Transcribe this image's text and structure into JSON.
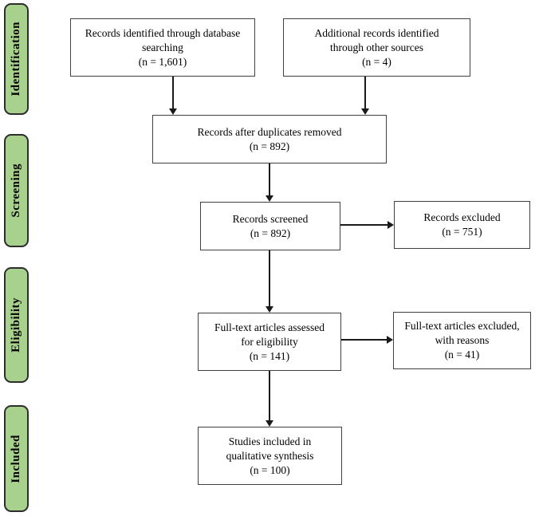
{
  "sidebar": {
    "stages": [
      {
        "label": "Identification"
      },
      {
        "label": "Screening"
      },
      {
        "label": "Eligibility"
      },
      {
        "label": "Included"
      }
    ]
  },
  "boxes": {
    "identified": {
      "lines": [
        "Records identified through database",
        "searching"
      ],
      "count": "(n = 1,601)"
    },
    "additional": {
      "lines": [
        "Additional records identified",
        "through other sources"
      ],
      "count": "(n = 4)"
    },
    "deduplicated": {
      "lines": [
        "Records after duplicates removed"
      ],
      "count": "(n = 892)"
    },
    "screened": {
      "lines": [
        "Records screened"
      ],
      "count": "(n = 892)"
    },
    "excluded": {
      "lines": [
        "Records excluded"
      ],
      "count": "(n = 751)"
    },
    "fulltext_assessed": {
      "lines": [
        "Full-text articles assessed",
        "for eligibility"
      ],
      "count": "(n = 141)"
    },
    "fulltext_excluded": {
      "lines": [
        "Full-text articles excluded,",
        "with reasons"
      ],
      "count": "(n = 41)"
    },
    "included_studies": {
      "lines": [
        "Studies included in",
        "qualitative synthesis"
      ],
      "count": "(n = 100)"
    }
  },
  "colors": {
    "stage_fill": "#a9d18e",
    "stage_border": "#2d2d2d",
    "box_border": "#404040",
    "arrow": "#1a1a1a",
    "text": "#000000"
  }
}
